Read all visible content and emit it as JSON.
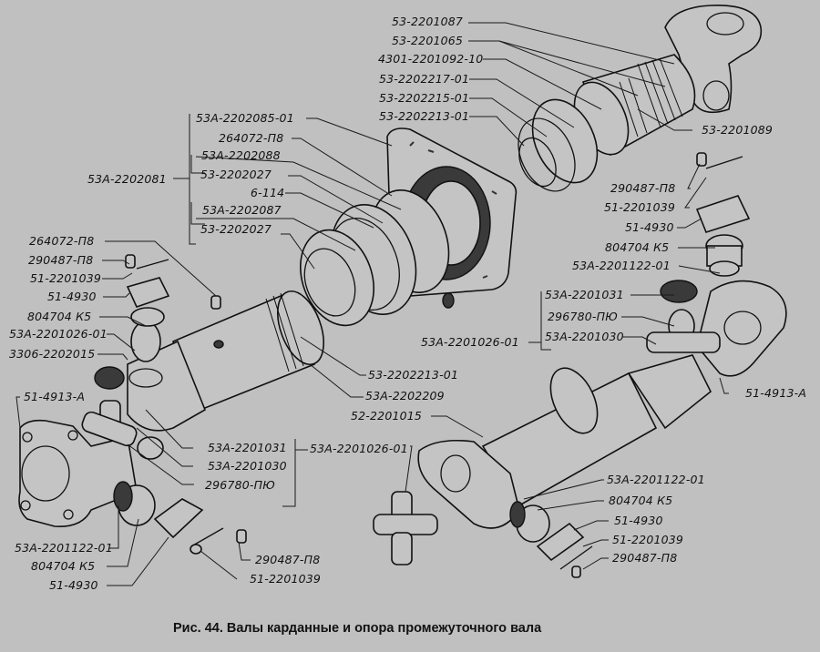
{
  "figure": {
    "caption": "Рис. 44. Валы карданные и опора промежуточного вала",
    "background_color": "#c0c0c0",
    "ink_color": "#111111"
  },
  "labels": {
    "top_right": [
      "53-2201087",
      "53-2201065",
      "4301-2201092-10",
      "53-2202217-01",
      "53-2202215-01",
      "53-2202213-01"
    ],
    "bracket_group": {
      "parent": "53А-2202081",
      "items": [
        "53А-2202085-01",
        "264072-П8",
        "53А-2202088",
        "53-2202027",
        "6-114",
        "53А-2202087",
        "53-2202027"
      ]
    },
    "left_column": [
      "264072-П8",
      "290487-П8",
      "51-2201039",
      "51-4930",
      "804704 К5",
      "53А-2201026-01",
      "3306-2202015",
      "51-4913-А"
    ],
    "right_upper": [
      "53-2201089",
      "290487-П8",
      "51-2201039",
      "51-4930",
      "804704 К5",
      "53А-2201122-01"
    ],
    "right_bracket": {
      "parent": "53А-2201026-01",
      "items": [
        "53А-2201031",
        "296780-ПЮ",
        "53А-2201030"
      ]
    },
    "middle": [
      "53-2202213-01",
      "53А-2202209",
      "52-2201015",
      "51-4913-А"
    ],
    "center_bracket": {
      "parent": "53А-2201026-01",
      "items": [
        "53А-2201031",
        "53А-2201030",
        "296780-ПЮ"
      ]
    },
    "bottom_left": [
      "53А-2201122-01",
      "804704 К5",
      "51-4930",
      "290487-П8",
      "51-2201039"
    ],
    "bottom_right": [
      "53А-2201122-01",
      "804704 К5",
      "51-4930",
      "51-2201039",
      "290487-П8"
    ]
  }
}
